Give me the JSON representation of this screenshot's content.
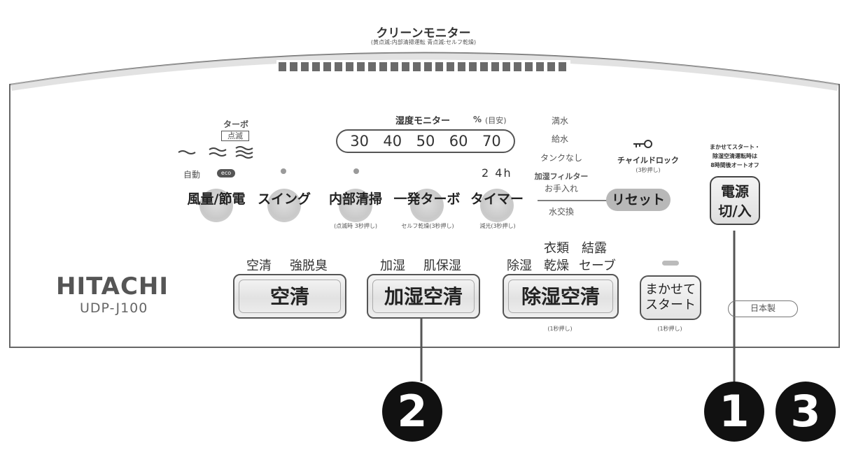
{
  "monitor": {
    "title": "クリーンモニター",
    "subtitle": "(黄点滅:内部清掃運転 青点滅:セルフ乾燥)"
  },
  "airflow": {
    "label_turbo": "ターボ",
    "label_blink": "点滅",
    "label_auto": "自動",
    "label_eco": "eco"
  },
  "humidity": {
    "title": "湿度モニター",
    "unit": "%",
    "unit_note": "(目安)",
    "values": [
      "30",
      "40",
      "50",
      "60",
      "70"
    ]
  },
  "status": {
    "full_water": "満水",
    "water_supply": "給水",
    "no_tank": "タンクなし",
    "filter_care_1": "加湿フィルター",
    "filter_care_2": "お手入れ",
    "water_change": "水交換",
    "timer_24h": "2 4h"
  },
  "child_lock": {
    "label": "チャイルドロック",
    "note": "(3秒押し)"
  },
  "auto_note": {
    "line1": "まかせてスタート・",
    "line2": "除湿空清運転時は",
    "line3": "8時間後オートオフ"
  },
  "buttons": {
    "fan": "風量/節電",
    "swing": "スイング",
    "internal_clean": "内部清掃",
    "turbo": "一発ターボ",
    "timer": "タイマー",
    "reset": "リセット",
    "power_line1": "電源",
    "power_line2": "切/入",
    "air_clean": "空清",
    "humid_clean": "加湿空清",
    "dehumid_clean": "除湿空清",
    "auto_start_line1": "まかせて",
    "auto_start_line2": "スタート"
  },
  "button_notes": {
    "internal_clean": "(点滅時 3秒押し)",
    "turbo": "セルフ乾燥(3秒押し)",
    "timer": "減光(3秒押し)",
    "dehumid": "(1秒押し)",
    "auto": "(1秒押し)"
  },
  "mode_labels": {
    "air_clean": "空清",
    "deodorize": "強脱臭",
    "humidify": "加湿",
    "skin_care": "肌保湿",
    "dehumidify": "除湿",
    "clothes_dry_1": "衣類",
    "clothes_dry_2": "乾燥",
    "condensation_1": "結露",
    "condensation_2": "セーブ"
  },
  "brand": {
    "name": "HITACHI",
    "model": "UDP-J100",
    "made_in": "日本製"
  },
  "callouts": [
    "2",
    "1",
    "3"
  ]
}
